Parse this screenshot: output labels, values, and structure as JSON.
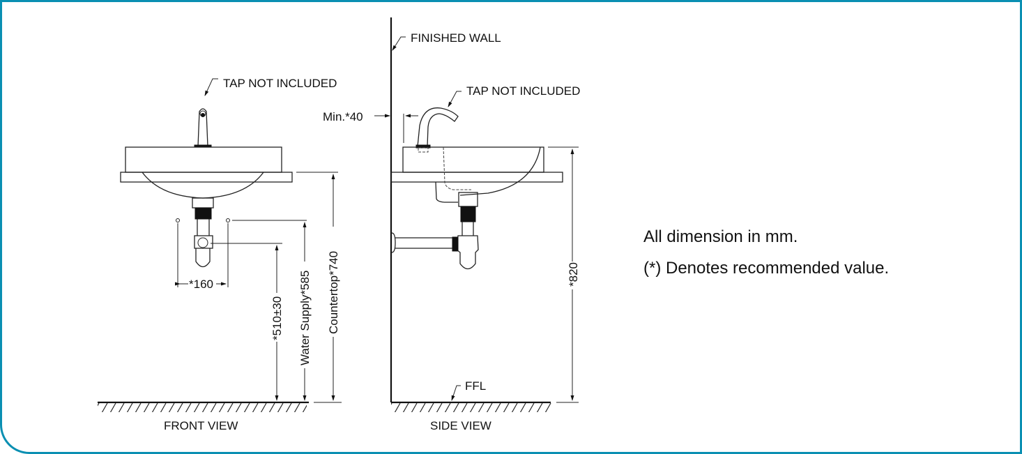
{
  "frame": {
    "border_color": "#0a8fb2"
  },
  "front_view": {
    "title": "FRONT VIEW",
    "tap_label": "TAP NOT INCLUDED",
    "dimensions": {
      "width_160": "*160",
      "waste_height": "*510±30",
      "water_supply": "Water Supply*585",
      "countertop": "Countertop*740"
    }
  },
  "side_view": {
    "title": "SIDE VIEW",
    "wall_label": "FINISHED WALL",
    "tap_label": "TAP NOT INCLUDED",
    "floor_label": "FFL",
    "dimensions": {
      "min_40": "Min.*40",
      "height_820": "*820"
    }
  },
  "notes": {
    "line1": "All dimension in mm.",
    "line2": "(*) Denotes recommended value."
  }
}
